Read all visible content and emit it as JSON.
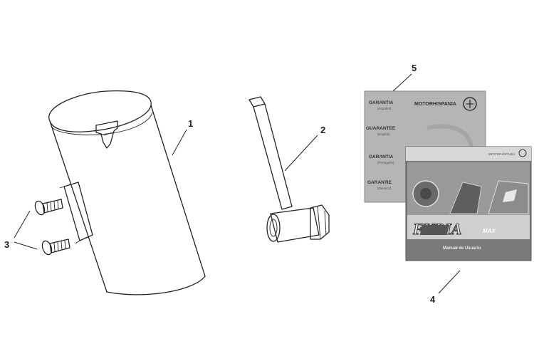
{
  "callouts": [
    {
      "id": "1",
      "label": "1"
    },
    {
      "id": "2",
      "label": "2"
    },
    {
      "id": "3",
      "label": "3"
    },
    {
      "id": "4",
      "label": "4"
    },
    {
      "id": "5",
      "label": "5"
    }
  ],
  "warranty_booklet": {
    "brand": "MOTORHISPANIA",
    "sections": [
      {
        "title": "GARANTIA",
        "language": "(Español)"
      },
      {
        "title": "GUARANTEE",
        "language": "(English)"
      },
      {
        "title": "GARANTIA",
        "language": "(Português)"
      },
      {
        "title": "GARANTIE",
        "language": "(Deutsch)"
      }
    ]
  },
  "user_manual": {
    "brand": "MOTORHISPANIA",
    "model_name": "FURIA",
    "model_suffix": "MAX",
    "title": "Manual de Usuario"
  },
  "colors": {
    "line": "#222222",
    "booklet_bg": "#b5b5b5",
    "manual_bg": "#7a7a7a"
  }
}
